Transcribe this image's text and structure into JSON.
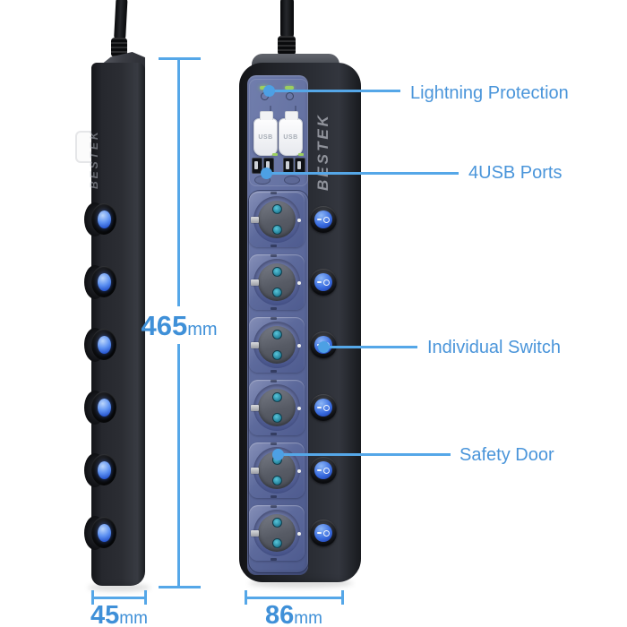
{
  "brand": {
    "name": "BESTEK"
  },
  "callouts": [
    {
      "id": "lightning-protection",
      "label": "Lightning Protection"
    },
    {
      "id": "usb-ports",
      "label": "4USB Ports"
    },
    {
      "id": "individual-switch",
      "label": "Individual Switch"
    },
    {
      "id": "safety-door",
      "label": "Safety Door"
    }
  ],
  "dimensions": {
    "height": {
      "value": "465",
      "unit": "mm"
    },
    "depth": {
      "value": "45",
      "unit": "mm"
    },
    "width": {
      "value": "86",
      "unit": "mm"
    }
  },
  "usb": {
    "plug_label": "USB",
    "plug_count": 2,
    "port_count": 4,
    "led_count": 2
  },
  "sockets": {
    "count": 6,
    "switch_count": 6
  },
  "colors": {
    "annotation_line_blue": "#55a7e8",
    "label_blue": "#4a95da",
    "dimension_number_blue": "#3f90d8",
    "face_blue": "#5d6a9c",
    "led_green": "#9ccf5f",
    "switch_blue": "#2e62d8",
    "body_dark": "#26282e",
    "socket_hole_teal": "#2e8ba6"
  }
}
